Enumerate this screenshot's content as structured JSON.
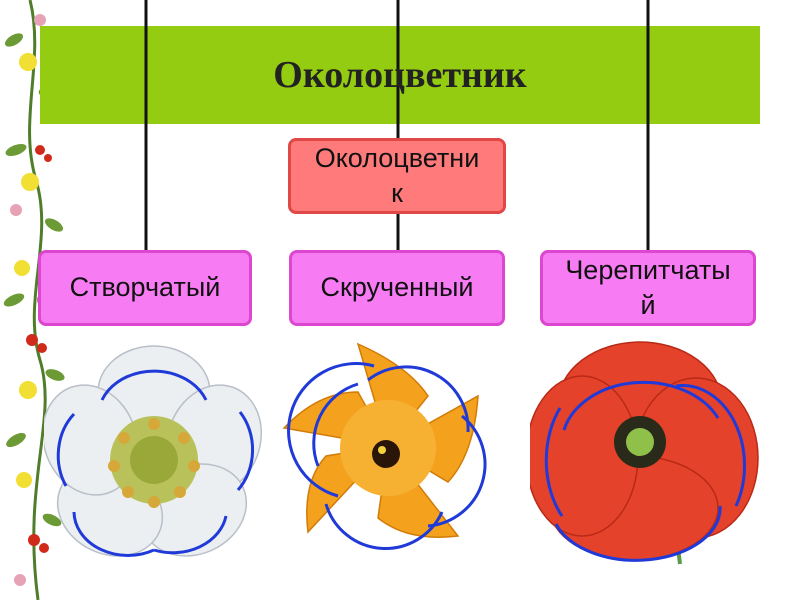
{
  "title": "Околоцветник",
  "center_label": "Околоцветни\nк",
  "types": [
    {
      "label": "Створчатый"
    },
    {
      "label": "Скрученный"
    },
    {
      "label": "Черепитчаты\nй"
    }
  ],
  "colors": {
    "title_band": "#94cc11",
    "center_box": "#ff7b7b",
    "type_box": "#f77cf4",
    "outline": "#1f3ad8"
  }
}
